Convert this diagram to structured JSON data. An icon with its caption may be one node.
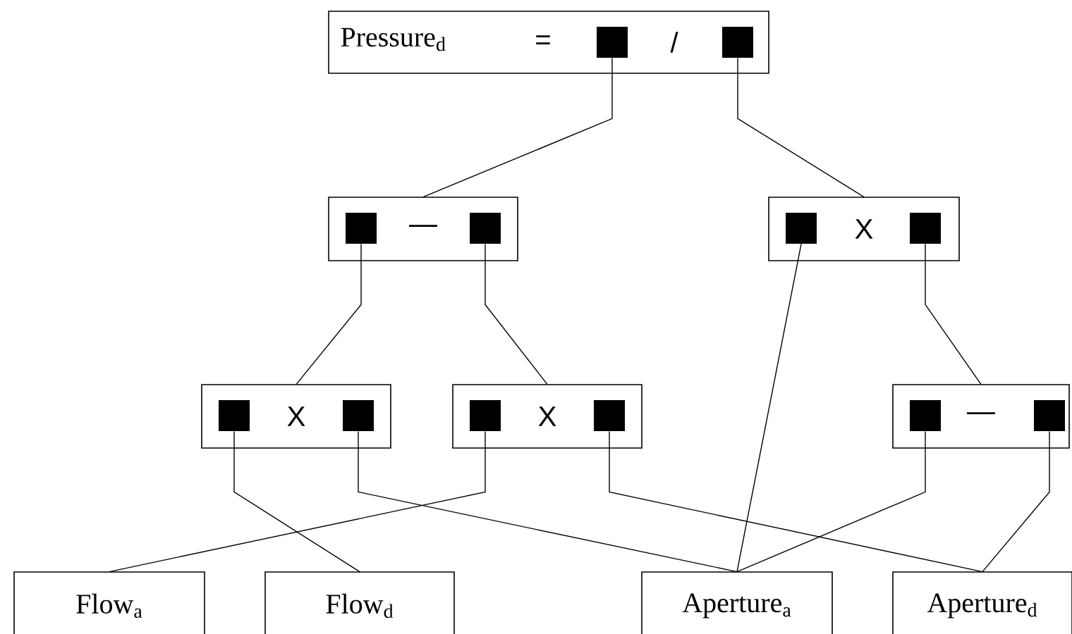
{
  "diagram": {
    "nodes": [
      {
        "text": [
          "Pressure$_{d}$",
          "=",
          "/"
        ]
      },
      {
        "text": [],
        "shape": "box",
        "in": 0
      },
      {
        "text": [],
        "shape": "box",
        "in": 0
      },
      {
        "text": [
          "—"
        ]
      },
      {
        "text": [],
        "shape": "box",
        "in": 3
      },
      {
        "text": [],
        "shape": "box",
        "in": 3
      },
      {
        "text": [
          "X"
        ]
      },
      {
        "text": [],
        "shape": "box",
        "in": 6
      },
      {
        "text": [],
        "shape": "box",
        "in": 6
      },
      {
        "text": [
          "X"
        ]
      },
      {
        "text": [],
        "shape": "box",
        "in": 9
      },
      {
        "text": [],
        "shape": "box",
        "in": 9
      },
      {
        "text": [
          "X"
        ]
      },
      {
        "text": [],
        "shape": "box",
        "in": 12
      },
      {
        "text": [],
        "shape": "box",
        "in": 12
      },
      {
        "text": [
          "—"
        ]
      },
      {
        "text": [],
        "shape": "box",
        "in": 15
      },
      {
        "text": [],
        "shape": "box",
        "in": 15
      },
      {
        "text": [
          "Flow$_{a}$"
        ]
      },
      {
        "text": [
          "Flow$_{d}$"
        ]
      },
      {
        "text": [
          "Aperture$_{a}$"
        ]
      },
      {
        "text": [
          "Aperture$_{d}$"
        ]
      }
    ],
    "edges": [
      {
        "from": 1,
        "to": 3,
        "arrow": "none"
      },
      {
        "from": 2,
        "to": 6,
        "arrow": "none"
      },
      {
        "from": 4,
        "to": 9,
        "arrow": "none"
      },
      {
        "from": 5,
        "to": 12,
        "arrow": "none"
      },
      {
        "from": 7,
        "to": 20,
        "arrow": "none"
      },
      {
        "from": 8,
        "to": 15,
        "arrow": "none"
      },
      {
        "from": 10,
        "to": 19,
        "arrow": "none"
      },
      {
        "from": 11,
        "to": 20,
        "arrow": "none"
      },
      {
        "from": 13,
        "to": 18,
        "arrow": "none"
      },
      {
        "from": 14,
        "to": 21,
        "arrow": "none"
      },
      {
        "from": 16,
        "to": 20,
        "arrow": "none"
      },
      {
        "from": 17,
        "to": 21,
        "arrow": "none"
      }
    ]
  }
}
